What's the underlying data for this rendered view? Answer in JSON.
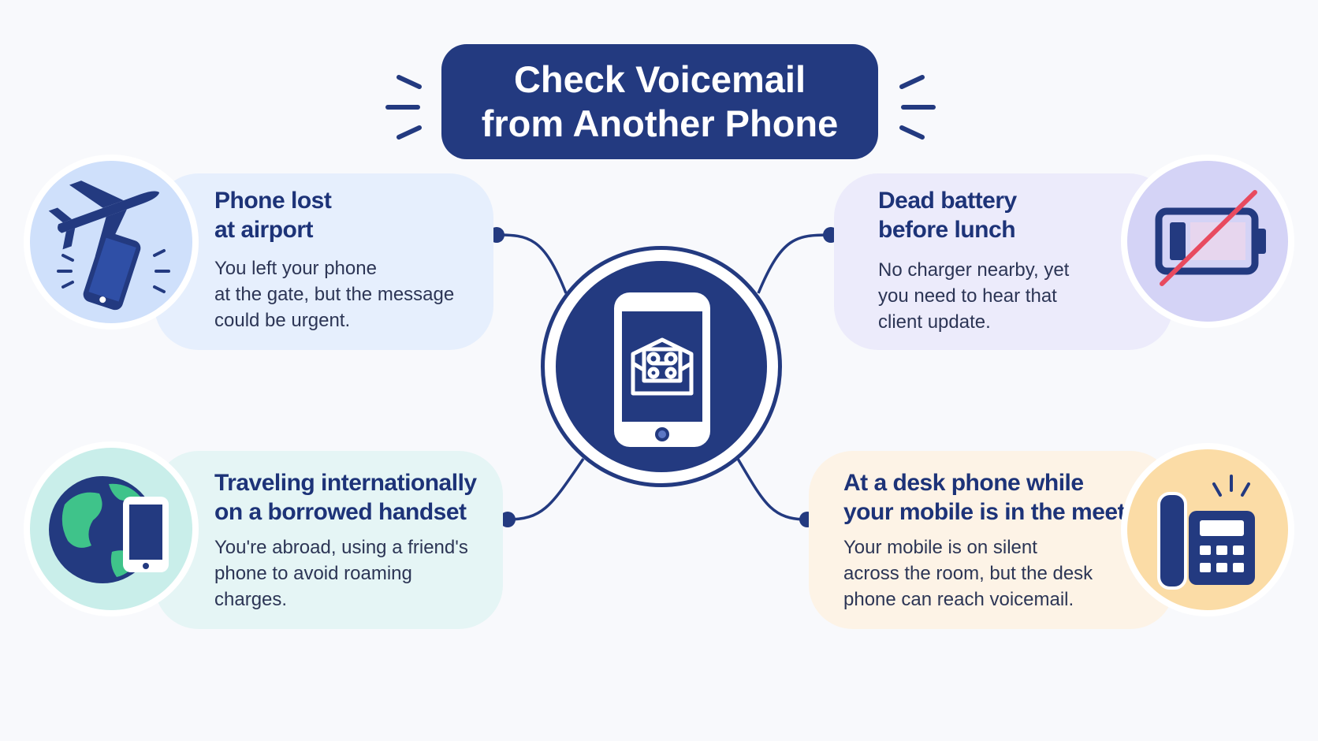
{
  "title": {
    "line1": "Check Voicemail",
    "line2": "from Another Phone"
  },
  "hub": {
    "icon": "voicemail-phone-icon"
  },
  "scenarios": [
    {
      "id": "airport",
      "title_line1": "Phone lost",
      "title_line2": "at airport",
      "text_line1": "You left your phone",
      "text_line2": "at the gate, but the message",
      "text_line3": "could be urgent.",
      "icon": "airplane-phone-icon",
      "color": "#e6effd"
    },
    {
      "id": "battery",
      "title_line1": "Dead battery",
      "title_line2": "before lunch",
      "text_line1": "No charger nearby, yet",
      "text_line2": "you need to hear that",
      "text_line3": "client update.",
      "icon": "dead-battery-icon",
      "color": "#ecebfb"
    },
    {
      "id": "international",
      "title_line1": "Traveling internationally",
      "title_line2": "on a borrowed handset",
      "text_line1": "You're abroad, using a friend's",
      "text_line2": "phone to avoid roaming",
      "text_line3": "charges.",
      "icon": "globe-phone-icon",
      "color": "#e5f5f5"
    },
    {
      "id": "desk",
      "title_line1": "At a desk phone while",
      "title_line2": "your mobile is in the meeting",
      "text_line1": "Your mobile is on silent",
      "text_line2": "across the room, but the desk",
      "text_line3": "phone can reach voicemail.",
      "icon": "desk-phone-icon",
      "color": "#fdf3e6"
    }
  ],
  "colors": {
    "navy": "#233a80",
    "red": "#e84a5f",
    "green": "#3fc38a"
  }
}
